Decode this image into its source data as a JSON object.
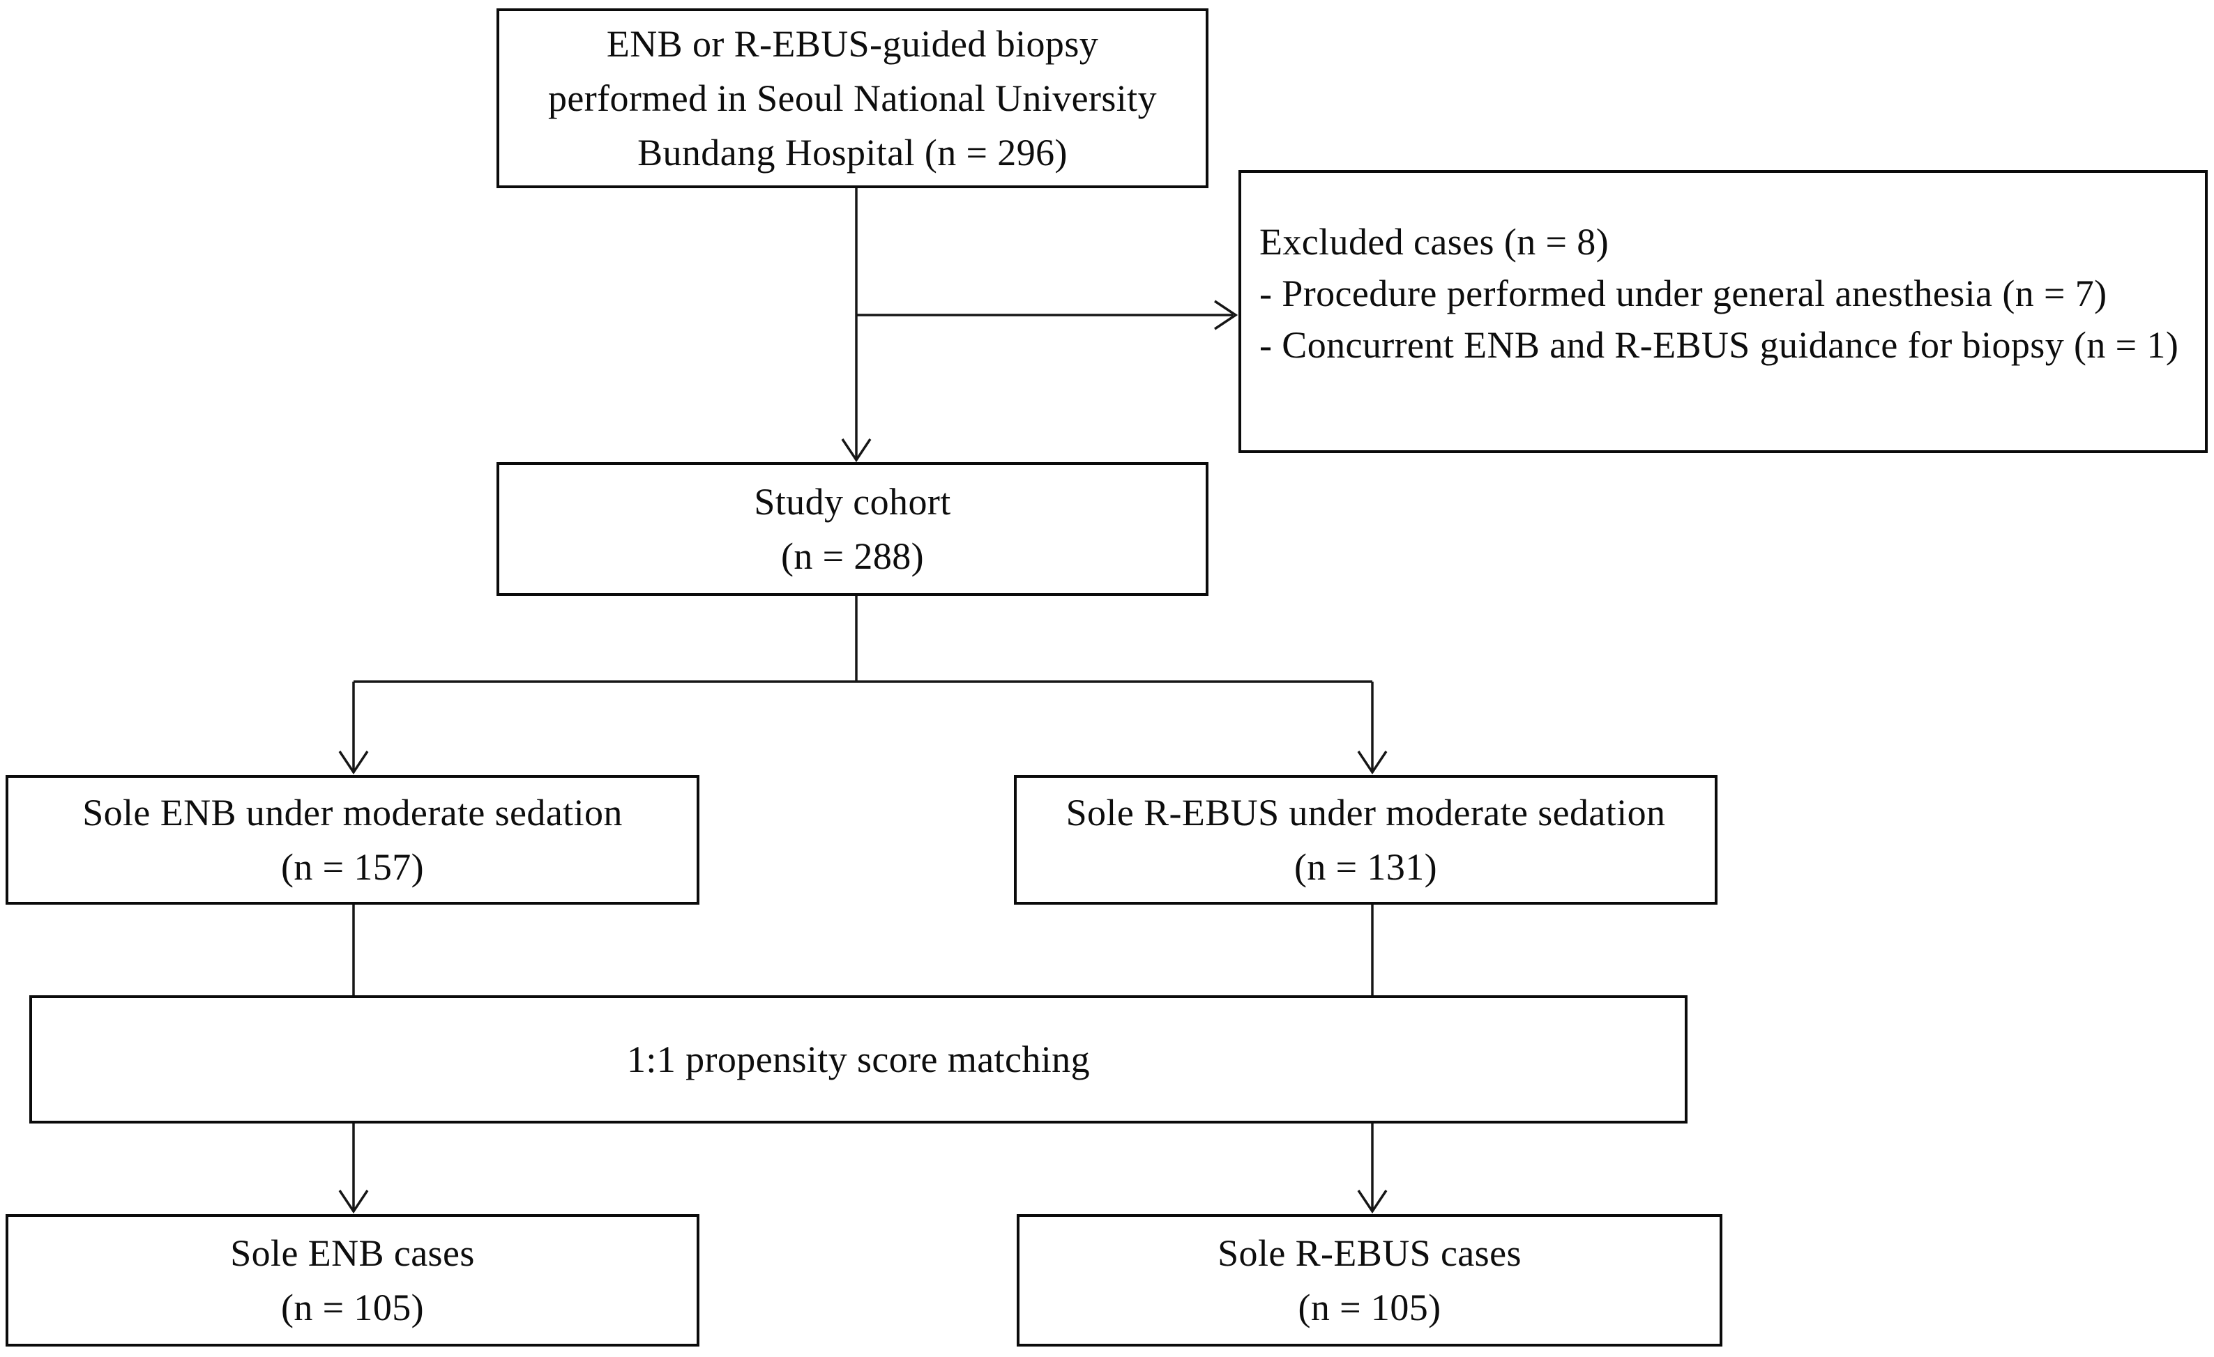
{
  "diagram": {
    "type": "flowchart",
    "background_color": "#ffffff",
    "line_color": "#161616",
    "box_border_color": "#0b0b0b",
    "nodes": {
      "enrollment": {
        "lines": [
          "ENB or R-EBUS-guided biopsy",
          "performed in Seoul National University",
          "Bundang Hospital (n = 296)"
        ]
      },
      "excluded": {
        "lines": [
          "Excluded cases (n = 8)",
          "- Procedure performed under general anesthesia (n = 7)",
          "- Concurrent ENB and R-EBUS guidance for biopsy (n = 1)"
        ]
      },
      "cohort": {
        "lines": [
          "Study cohort",
          "(n = 288)"
        ]
      },
      "sole_enb": {
        "lines": [
          "Sole ENB under moderate sedation",
          "(n = 157)"
        ]
      },
      "sole_rebus": {
        "lines": [
          "Sole R-EBUS under moderate sedation",
          "(n = 131)"
        ]
      },
      "matching": {
        "lines": [
          "1:1 propensity score matching"
        ]
      },
      "enb_cases": {
        "lines": [
          "Sole ENB cases",
          "(n = 105)"
        ]
      },
      "rebus_cases": {
        "lines": [
          "Sole R-EBUS cases",
          "(n = 105)"
        ]
      }
    },
    "edges": [
      {
        "from": "enrollment",
        "to": "cohort",
        "arrow": true
      },
      {
        "from": "enrollment",
        "to": "excluded",
        "arrow": true
      },
      {
        "from": "cohort",
        "to": "sole_enb",
        "arrow": true
      },
      {
        "from": "cohort",
        "to": "sole_rebus",
        "arrow": true
      },
      {
        "from": "sole_enb",
        "to": "matching",
        "arrow": false
      },
      {
        "from": "sole_rebus",
        "to": "matching",
        "arrow": false
      },
      {
        "from": "matching",
        "to": "enb_cases",
        "arrow": true
      },
      {
        "from": "matching",
        "to": "rebus_cases",
        "arrow": true
      }
    ]
  }
}
